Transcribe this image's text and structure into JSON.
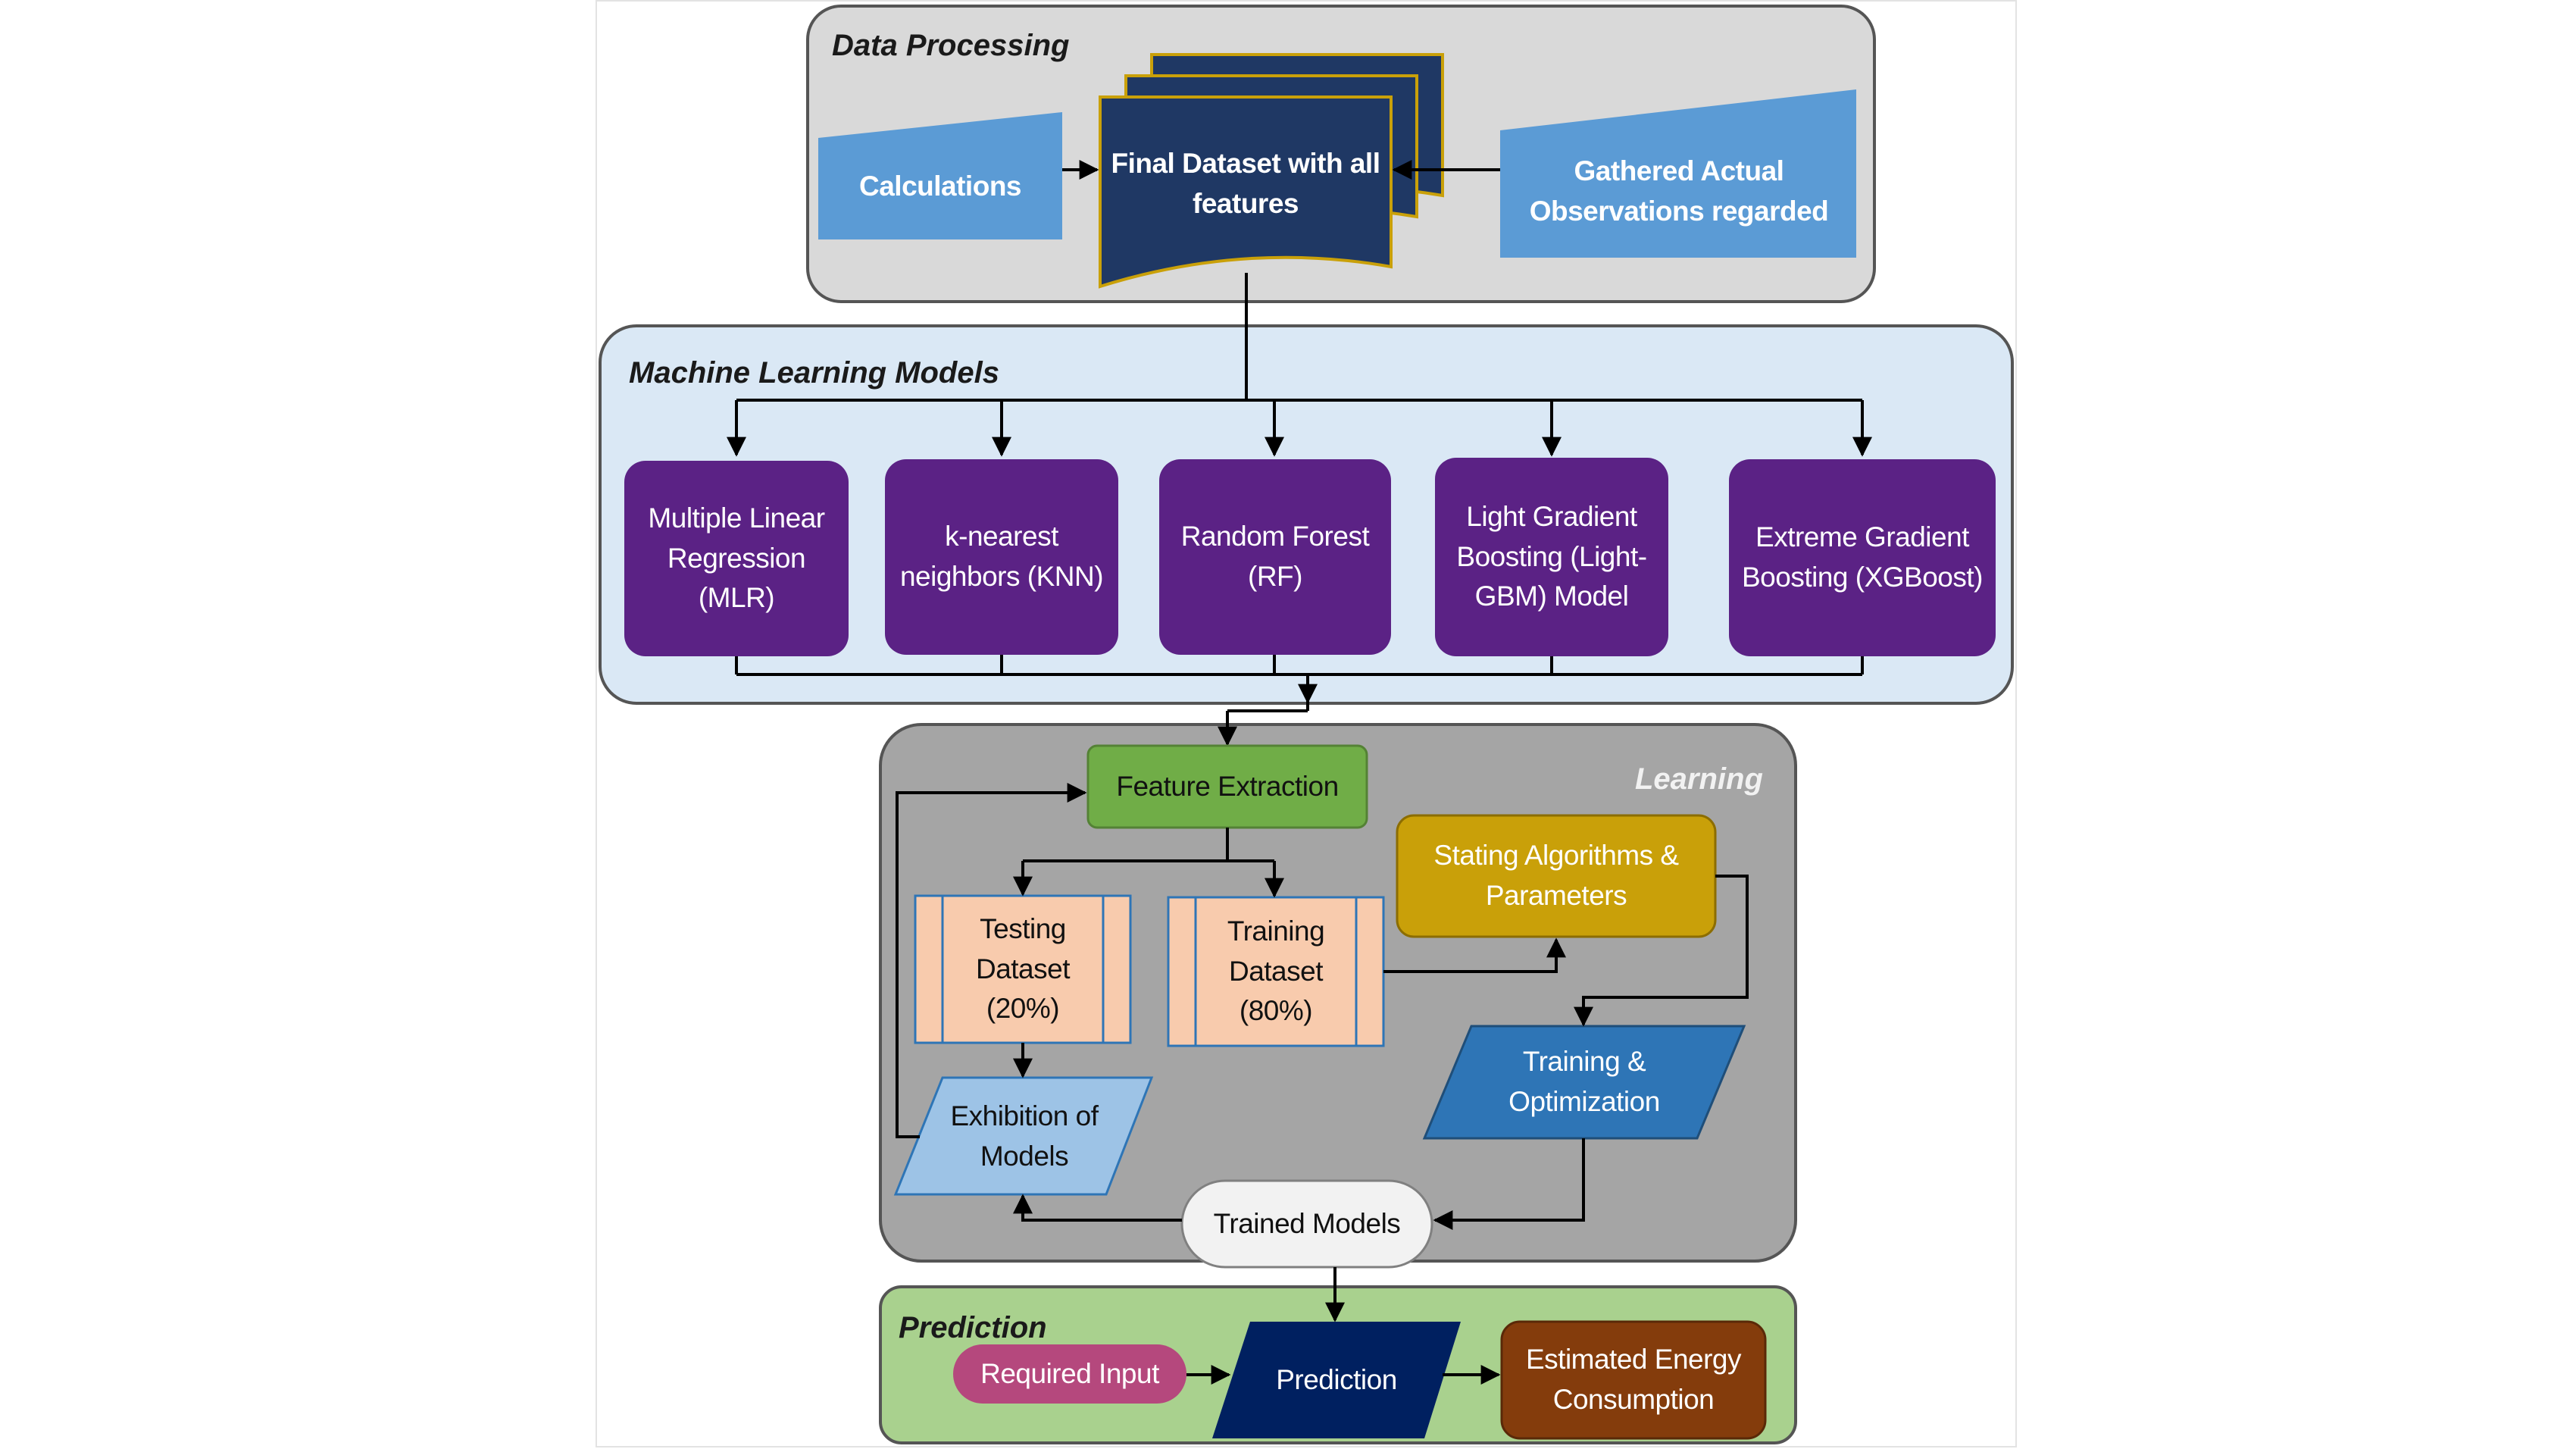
{
  "sections": {
    "data_processing": "Data Processing",
    "ml_models": "Machine Learning Models",
    "learning": "Learning",
    "prediction": "Prediction"
  },
  "data_processing": {
    "calculations": "Calculations",
    "final_dataset": "Final Dataset with all features",
    "gathered": "Gathered Actual Observations regarded"
  },
  "models": [
    "Multiple Linear Regression (MLR)",
    "k-nearest neighbors (KNN)",
    "Random Forest (RF)",
    "Light Gradient Boosting (Light-GBM) Model",
    "Extreme Gradient Boosting (XGBoost)"
  ],
  "learning": {
    "feature_extraction": "Feature Extraction",
    "testing": "Testing Dataset (20%)",
    "training": "Training Dataset (80%)",
    "stating": "Stating Algorithms & Parameters",
    "training_opt": "Training & Optimization",
    "exhibition": "Exhibition of Models",
    "trained": "Trained Models"
  },
  "prediction": {
    "required_input": "Required Input",
    "prediction": "Prediction",
    "estimated": "Estimated Energy Consumption"
  },
  "colors": {
    "purple": "#5b2285",
    "light_blue": "#5b9bd5",
    "navy": "#1f3864",
    "green": "#70ad47",
    "gold": "#c9a009",
    "salmon": "#f8cbad",
    "magenta": "#b5487d",
    "brown": "#843c0c"
  }
}
